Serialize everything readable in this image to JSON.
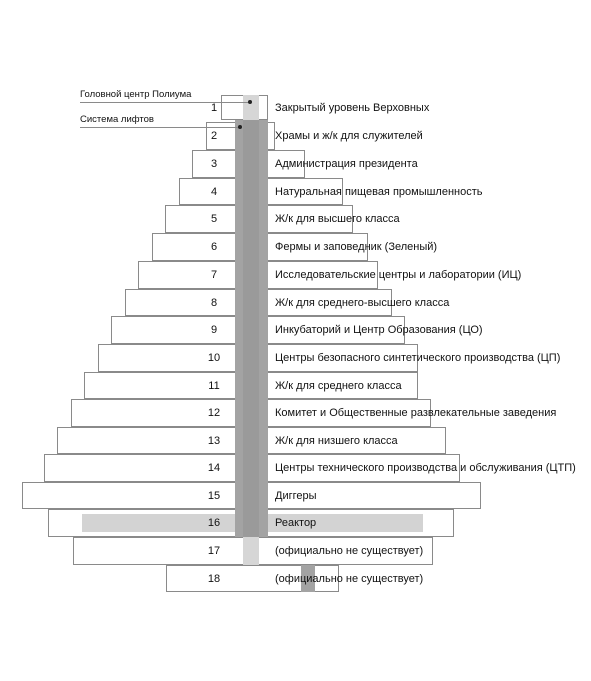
{
  "colors": {
    "outline": "#8a8a8a",
    "light_shaft": "#d6d6d6",
    "dark_shaft": "#a3a3a3",
    "reactor_band": "#d3d3d3"
  },
  "callouts": {
    "head_center": "Головной центр Полиума",
    "lift_system": "Система лифтов"
  },
  "levels": [
    {
      "n": "1",
      "label": "Закрытый уровень Верховных"
    },
    {
      "n": "2",
      "label": "Храмы и ж/к для служителей"
    },
    {
      "n": "3",
      "label": "Администрация президента"
    },
    {
      "n": "4",
      "label": "Натуральная пищевая промышленность"
    },
    {
      "n": "5",
      "label": "Ж/к для высшего класса"
    },
    {
      "n": "6",
      "label": "Фермы и заповедник (Зеленый)"
    },
    {
      "n": "7",
      "label": "Исследовательские центры и лаборатории (ИЦ)"
    },
    {
      "n": "8",
      "label": "Ж/к для среднего-высшего класса"
    },
    {
      "n": "9",
      "label": "Инкубаторий и Центр Образования (ЦО)"
    },
    {
      "n": "10",
      "label": "Центры безопасного синтетического производства (ЦП)"
    },
    {
      "n": "11",
      "label": "Ж/к для среднего класса"
    },
    {
      "n": "12",
      "label": "Комитет и Общественные развлекательные заведения"
    },
    {
      "n": "13",
      "label": "Ж/к для низшего класса"
    },
    {
      "n": "14",
      "label": "Центры технического производства и обслуживания (ЦТП)"
    },
    {
      "n": "15",
      "label": "Диггеры"
    },
    {
      "n": "16",
      "label": "Реактор",
      "highlight": true
    },
    {
      "n": "17",
      "label": "(официально не существует)"
    },
    {
      "n": "18",
      "label": "(официально не существует)"
    }
  ]
}
